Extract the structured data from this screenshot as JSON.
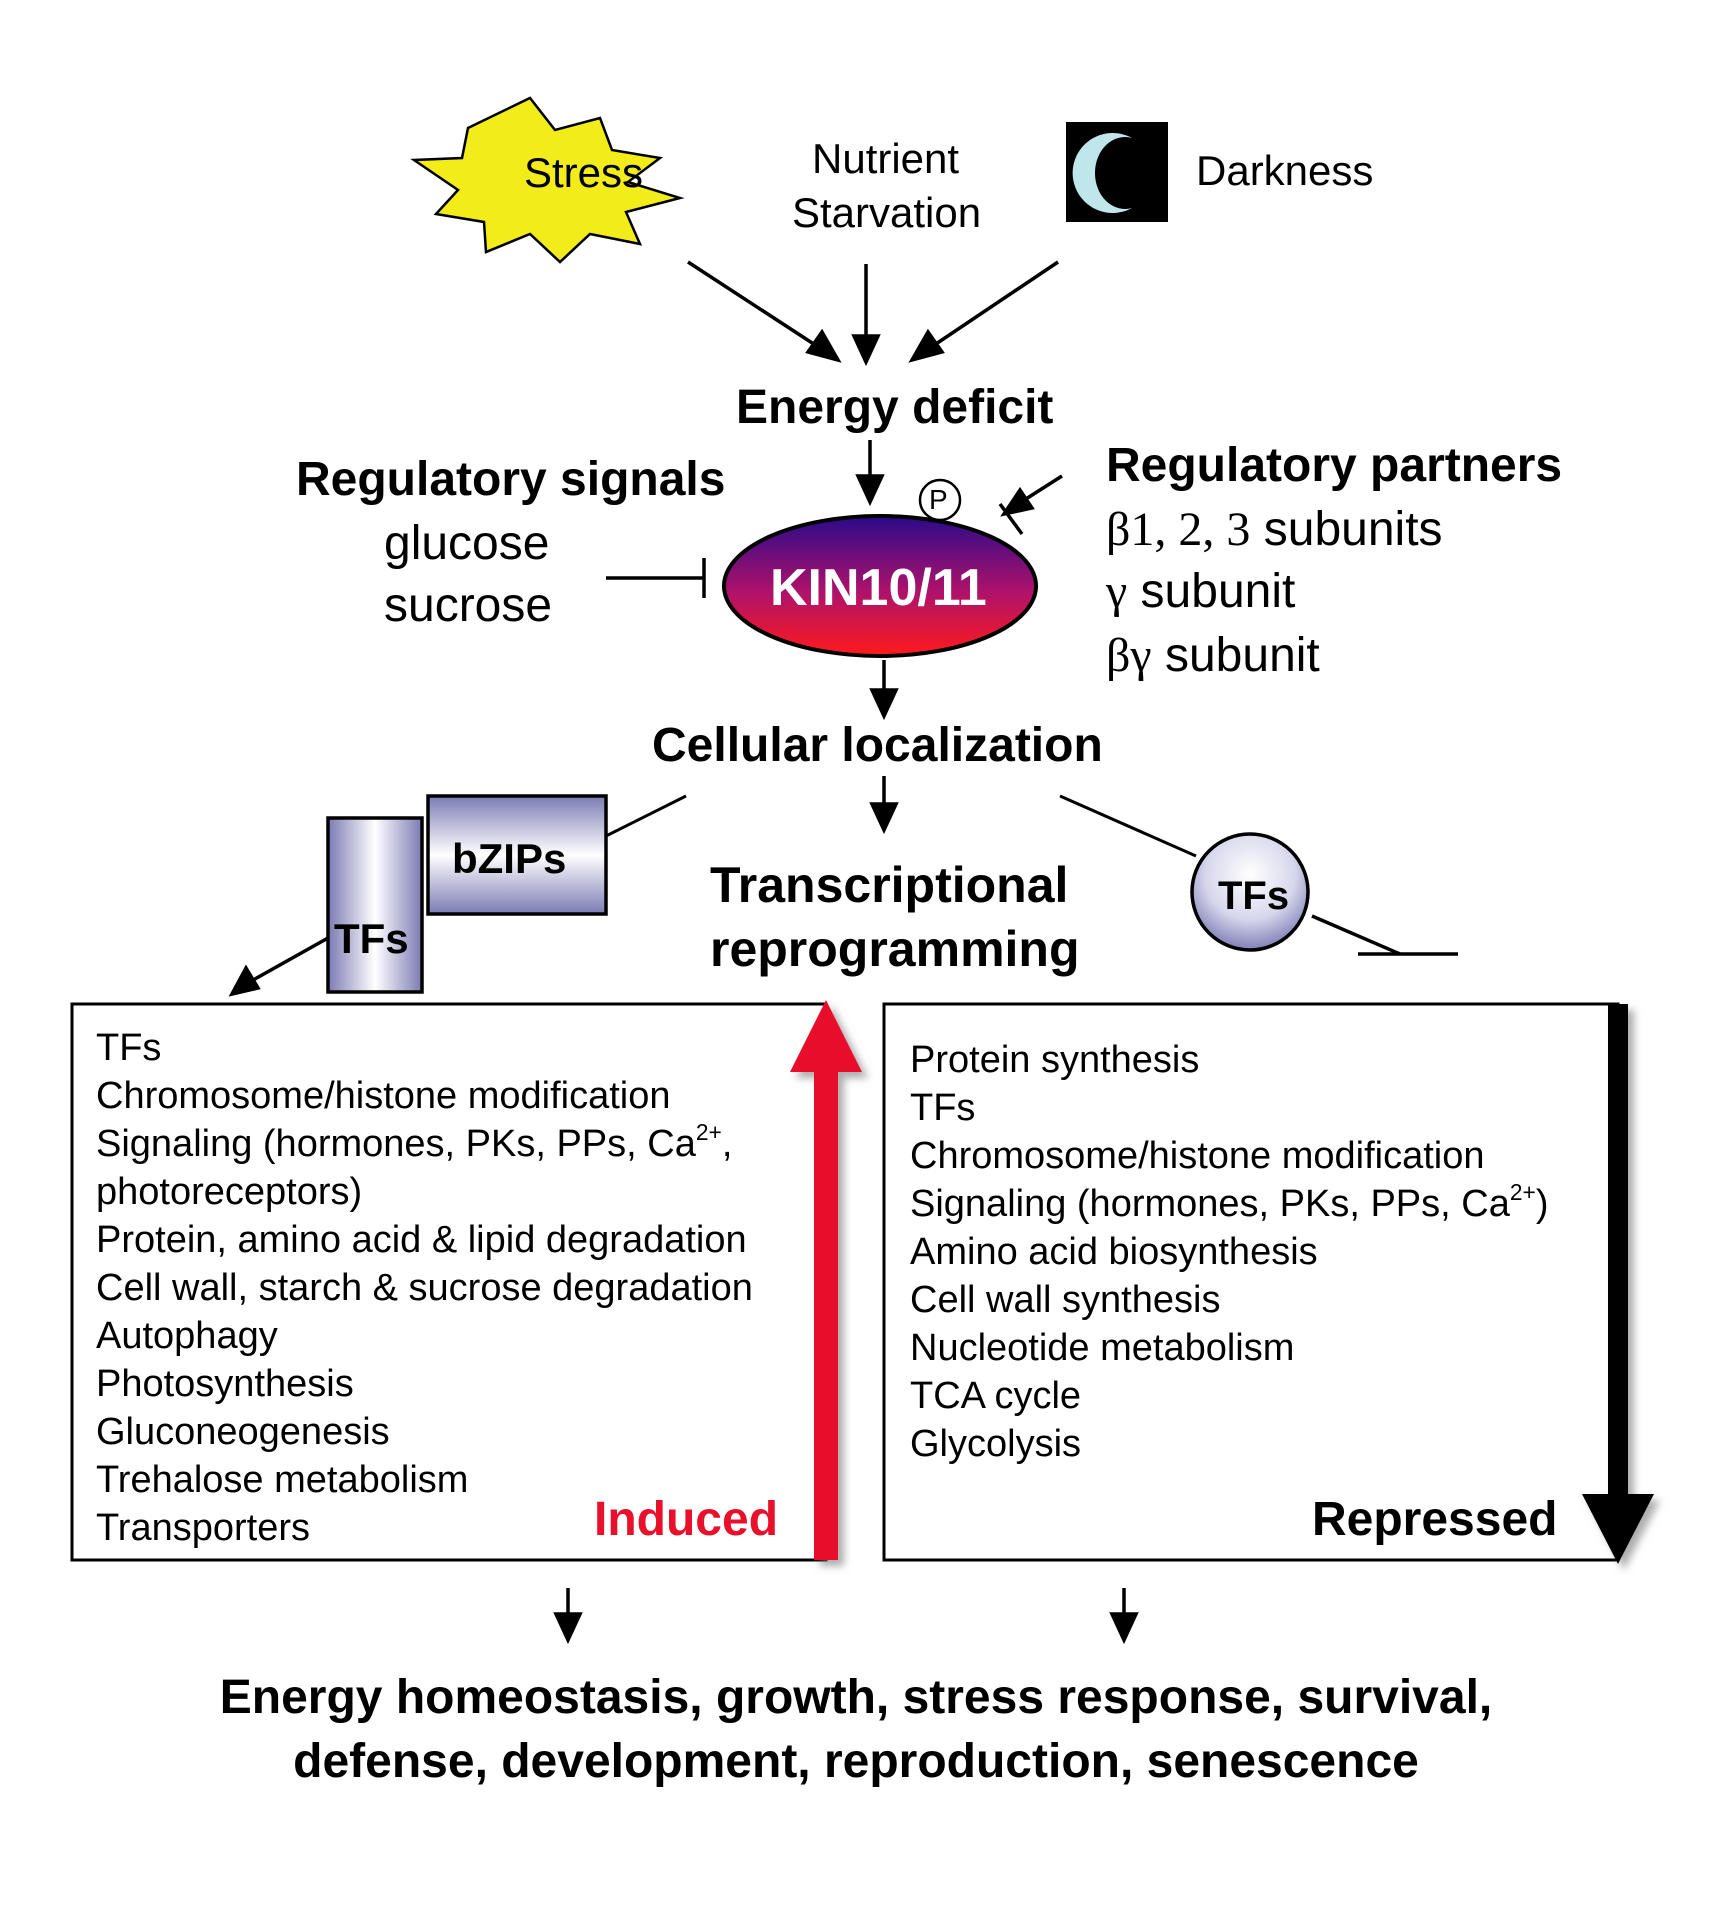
{
  "inputs": {
    "stress": "Stress",
    "nutrient_line1": "Nutrient",
    "nutrient_line2": "Starvation",
    "darkness": "Darkness"
  },
  "energy_deficit": "Energy deficit",
  "regulatory_signals": {
    "title": "Regulatory signals",
    "items": [
      "glucose",
      "sucrose"
    ]
  },
  "phospho_label": "P",
  "kinase_label": "KIN10/11",
  "regulatory_partners": {
    "title": "Regulatory partners",
    "items": [
      {
        "greek": "β",
        "serif": "1, 2, 3",
        "rest": " subunits"
      },
      {
        "greek": "γ",
        "serif": "",
        "rest": " subunit"
      },
      {
        "greek": "βγ",
        "serif": "",
        "rest": " subunit"
      }
    ]
  },
  "cellular_localization": "Cellular localization",
  "transcriptional": {
    "line1": "Transcriptional",
    "line2": "reprogramming"
  },
  "tfs_label": "TFs",
  "bzips_label": "bZIPs",
  "tfs_circle_label": "TFs",
  "induced": {
    "label": "Induced",
    "color": "#e8102a",
    "items": [
      "TFs",
      "Chromosome/histone modification",
      "Signaling (hormones, PKs, PPs, Ca",
      "photoreceptors)",
      "Protein, amino acid & lipid degradation",
      "Cell wall, starch & sucrose degradation",
      "Autophagy",
      "Photosynthesis",
      "Gluconeogenesis",
      "Trehalose metabolism",
      "Transporters"
    ],
    "ca_suffix": ","
  },
  "repressed": {
    "label": "Repressed",
    "color": "#000000",
    "items": [
      "Protein synthesis",
      "TFs",
      "Chromosome/histone modification",
      "Signaling (hormones, PKs, PPs, Ca",
      "Amino acid biosynthesis",
      "Cell wall synthesis",
      "Nucleotide metabolism",
      "TCA cycle",
      "Glycolysis"
    ],
    "ca_suffix": ")"
  },
  "ca_charge": "2+",
  "outcome": {
    "line1": "Energy homeostasis, growth, stress response, survival,",
    "line2": "defense, development, reproduction, senescence"
  },
  "colors": {
    "stress_fill": "#f2ec1a",
    "moon": "#bfe6ea",
    "darkness_box": "#000000",
    "kinase_top": "#2a0a8a",
    "kinase_bottom": "#ff1a1a",
    "lavender": "#7f7fb8"
  }
}
